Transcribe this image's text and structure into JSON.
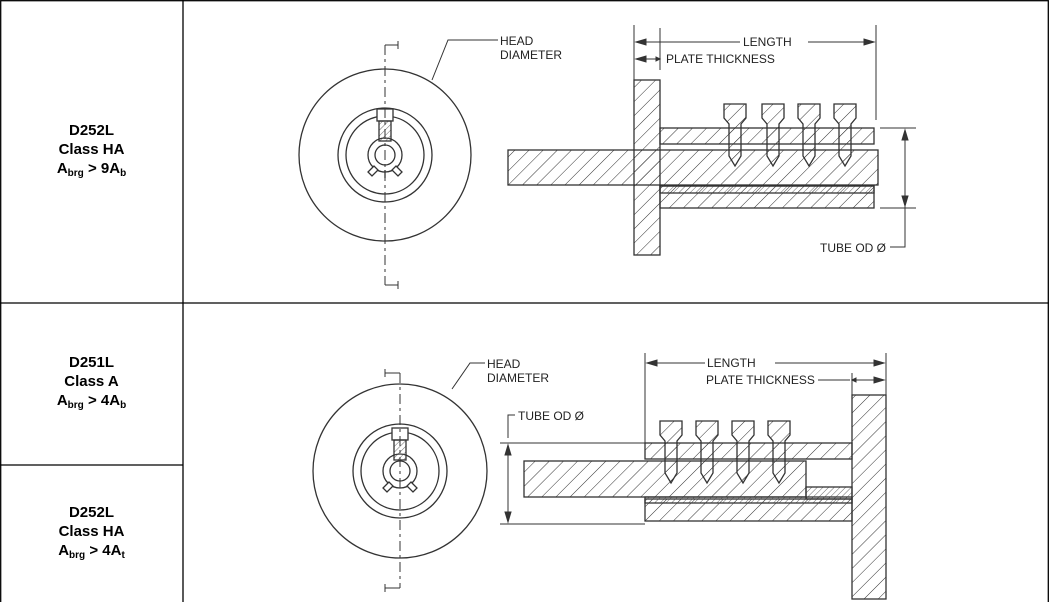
{
  "rows": [
    {
      "label": {
        "code": "D252L",
        "class": "Class HA",
        "ratio_main": "A",
        "ratio_sub1": "brg",
        "ratio_op": " > 9A",
        "ratio_sub2": "b"
      },
      "callouts": {
        "head_diameter_1": "HEAD",
        "head_diameter_2": "DIAMETER",
        "length": "LENGTH",
        "plate_thickness": "PLATE THICKNESS",
        "tube_od": "TUBE OD Ø"
      }
    },
    {
      "label": {
        "code": "D251L",
        "class": "Class A",
        "ratio_main": "A",
        "ratio_sub1": "brg",
        "ratio_op": " > 4A",
        "ratio_sub2": "b"
      },
      "callouts": {
        "head_diameter_1": "HEAD",
        "head_diameter_2": "DIAMETER",
        "length": "LENGTH",
        "plate_thickness": "PLATE THICKNESS",
        "tube_od": "TUBE OD Ø"
      }
    },
    {
      "label": {
        "code": "D252L",
        "class": "Class HA",
        "ratio_main": "A",
        "ratio_sub1": "brg",
        "ratio_op": " > 4A",
        "ratio_sub2": "t"
      }
    }
  ]
}
